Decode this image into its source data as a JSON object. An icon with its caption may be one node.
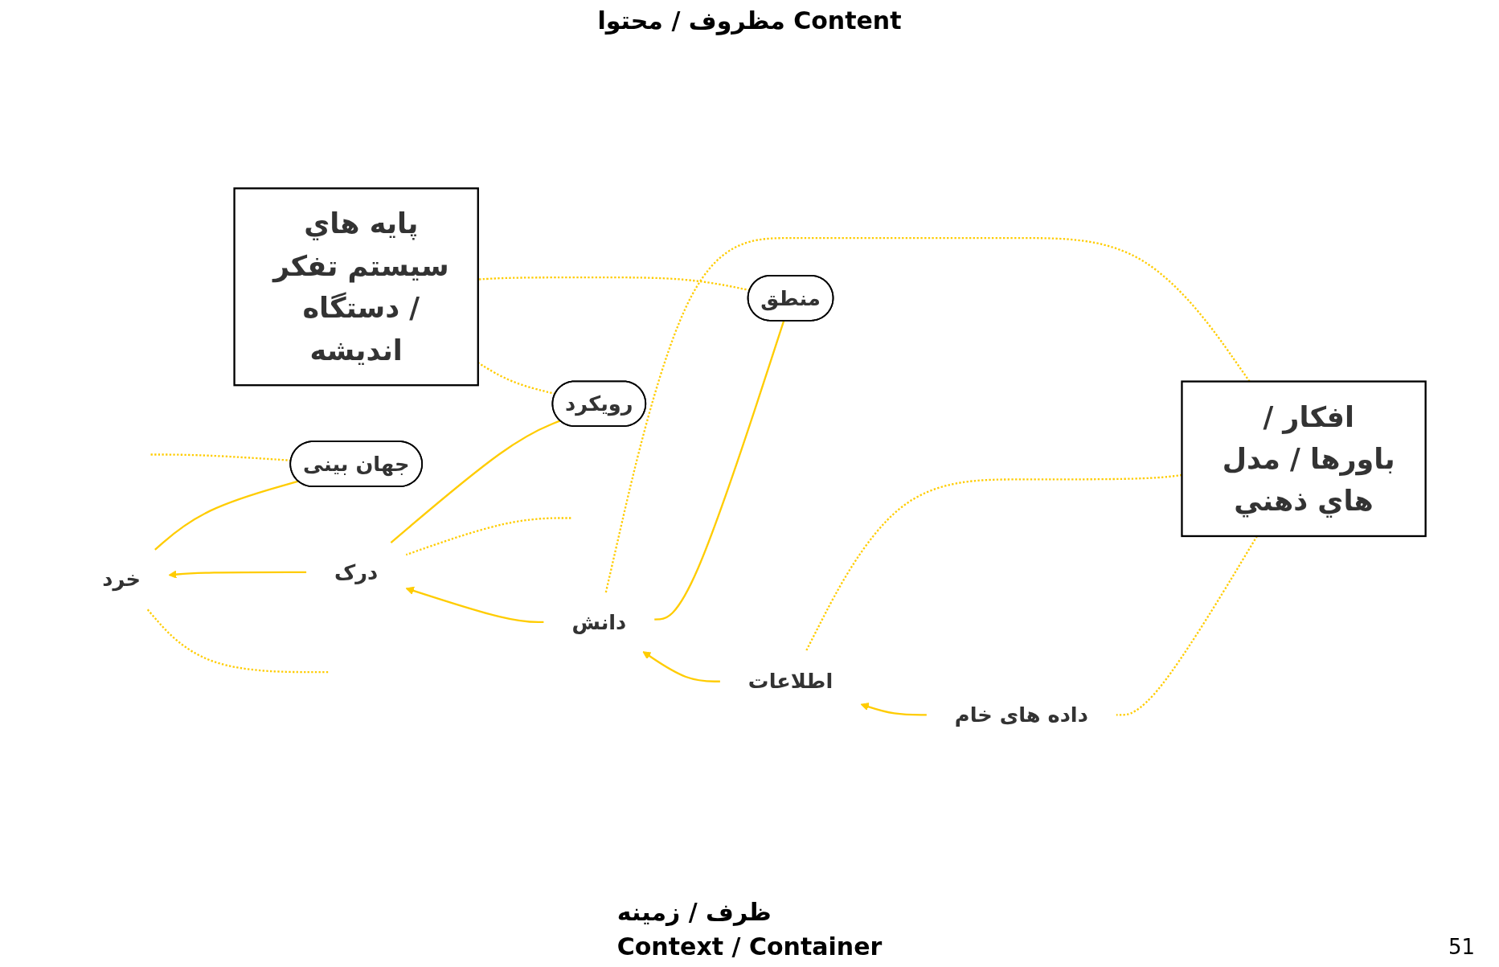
{
  "diagram": {
    "nodes": [
      {
        "text": [
          "افکار / باورها / مدل هاي ذهني"
        ]
      },
      {
        "text": [
          "داده های خام"
        ]
      },
      {
        "text": [
          "اطلاعات"
        ]
      },
      {
        "text": [
          "دانش"
        ]
      },
      {
        "text": [
          "درک"
        ]
      },
      {
        "text": [
          "خرد"
        ]
      },
      {
        "text": [
          "منطق"
        ]
      },
      {
        "text": [
          "رویکرد"
        ]
      },
      {
        "text": [
          "جهان بینی"
        ]
      },
      {
        "text": [
          "پايه هاي سيستم تفکر / دستگاه انديشه"
        ]
      }
    ],
    "edges": [
      {
        "from": 1,
        "to": 2,
        "arrow": "to"
      },
      {
        "from": 2,
        "to": 3,
        "arrow": "to"
      },
      {
        "from": 3,
        "to": 4,
        "arrow": "to"
      },
      {
        "from": 4,
        "to": 5,
        "arrow": "to"
      },
      {
        "from": 6,
        "to": 3,
        "arrow": "none"
      },
      {
        "from": 7,
        "to": 4,
        "arrow": "none"
      },
      {
        "from": 8,
        "to": 5,
        "arrow": "none"
      },
      {
        "from": 0,
        "to": 1,
        "arrow": "none",
        "style": "dashed"
      },
      {
        "from": 0,
        "to": 2,
        "arrow": "none",
        "style": "dashed"
      },
      {
        "from": 0,
        "to": 3,
        "arrow": "none",
        "style": "dashed"
      },
      {
        "from": null,
        "to": 4,
        "arrow": "none",
        "style": "dashed"
      },
      {
        "from": null,
        "to": 5,
        "arrow": "none",
        "style": "dashed"
      },
      {
        "from": 6,
        "to": 9,
        "arrow": "none",
        "style": "dashed"
      },
      {
        "from": 7,
        "to": 9,
        "arrow": "none",
        "style": "dashed"
      },
      {
        "from": 8,
        "to": null,
        "arrow": "none",
        "style": "dashed"
      }
    ],
    "labels": [
      "مظروف / محتوا Content",
      "ظرف / زمینه",
      "Context / Container",
      "51"
    ]
  }
}
